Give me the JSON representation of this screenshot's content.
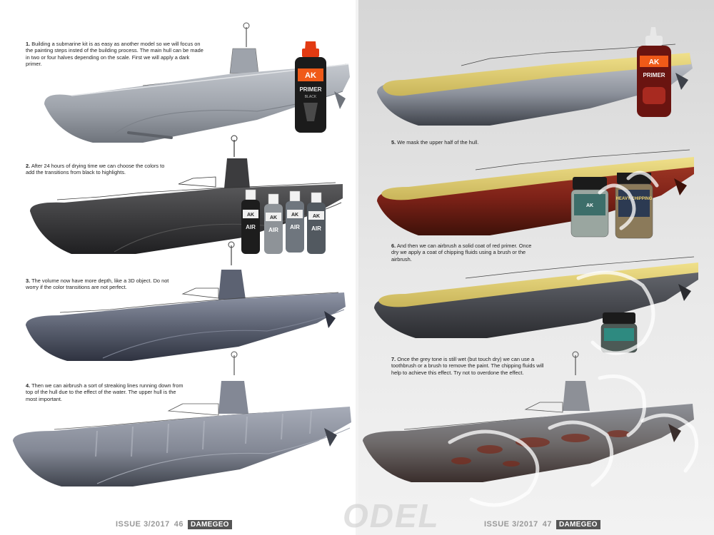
{
  "steps": [
    {
      "num": "1.",
      "text": "Building a submarine kit is as easy as another model so we will focus on the painting steps insted of the building process. The main hull can be made in two or four halves depending on the scale. First we will apply a dark primer."
    },
    {
      "num": "2.",
      "text": "After 24 hours of drying time we can choose the colors to add the transitions from black to highlights."
    },
    {
      "num": "3.",
      "text": "The volume now have more depth, like a 3D object. Do not worry if the color transitions are not perfect."
    },
    {
      "num": "4.",
      "text": "Then we can airbrush a sort of streaking lines running down from top of the hull due to the effect of the water. The upper hull is the most important."
    },
    {
      "num": "5.",
      "text": "We mask the upper half of the hull."
    },
    {
      "num": "6.",
      "text": "And then we can airbrush a solid coat of red primer. Once dry we apply a coat of chipping fluids using a brush or the airbrush."
    },
    {
      "num": "7.",
      "text": "Once the grey tone is still wet (but touch dry) we can use a toothbrush or a brush to remove the paint. The chipping fluids will help to achieve this effect. Try not to overdone the effect."
    }
  ],
  "bottles": {
    "primer_black": {
      "brand": "AK",
      "label": "PRIMER",
      "sub": "BLACK",
      "cap": "#e23a12",
      "body": "#1b1b1b"
    },
    "primer_red": {
      "brand": "AK",
      "label": "PRIMER",
      "cap": "#d8d8d8",
      "body": "#6a1410"
    },
    "air_brand": "AK",
    "air_label": "AIR",
    "heavy_chipping": "HEAVY CHIPPING",
    "ak_jar": "AK"
  },
  "footer_left": {
    "issue": "ISSUE 3/2017",
    "page": "46",
    "brand": "DAMEGEO"
  },
  "footer_right": {
    "issue": "ISSUE 3/2017",
    "page": "47",
    "brand": "DAMEGEO"
  },
  "watermark_text": "ODEL",
  "colors": {
    "primer": "#9ea3ab",
    "dark": "#3c3c3e",
    "mid": "#5c6272",
    "streak": "#838895",
    "mask": "#d8c86c",
    "red": "#7e2218",
    "rust": "#6a2a1c"
  }
}
